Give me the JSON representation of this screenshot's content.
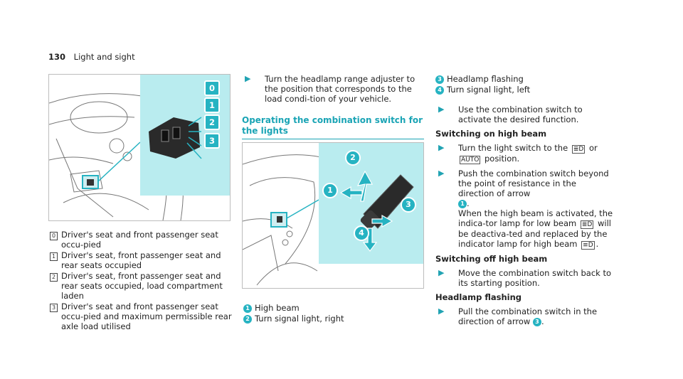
{
  "header": {
    "page_number": "130",
    "section": "Light and sight"
  },
  "figure1": {
    "labels": [
      "0",
      "1",
      "2",
      "3"
    ]
  },
  "figure2": {
    "labels": [
      "1",
      "2",
      "3",
      "4"
    ]
  },
  "legend1": [
    {
      "key": "0",
      "text": "Driver's seat and front passenger seat occu-pied"
    },
    {
      "key": "1",
      "text": "Driver's seat, front passenger seat and rear seats occupied"
    },
    {
      "key": "2",
      "text": "Driver's seat, front passenger seat and rear seats occupied, load compartment laden"
    },
    {
      "key": "3",
      "text": "Driver's seat and front passenger seat occu-pied and maximum permissible rear axle load utilised"
    }
  ],
  "col2": {
    "step1": "Turn the headlamp range adjuster to the position that corresponds to the load condi-tion of your vehicle.",
    "section_title": "Operating the combination switch for the lights",
    "legend": [
      {
        "key": "1",
        "text": "High beam"
      },
      {
        "key": "2",
        "text": "Turn signal light, right"
      }
    ]
  },
  "col3": {
    "legend": [
      {
        "key": "3",
        "text": "Headlamp flashing"
      },
      {
        "key": "4",
        "text": "Turn signal light, left"
      }
    ],
    "step_use": "Use the combination switch to activate the desired function.",
    "sub_on": "Switching on high beam",
    "on_step1_a": "Turn the light switch to the",
    "on_step1_or": "or",
    "on_step1_b": "position.",
    "sym_low": "≣D",
    "sym_auto": "AUTO",
    "on_step2_a": "Push the combination switch beyond the point of resistance in the direction of arrow",
    "on_step2_key": "1",
    "on_step2_b": "When the high beam is activated, the indica-tor lamp for low beam",
    "on_step2_c": "will be deactiva-ted and replaced by the indicator lamp for high beam",
    "sym_high": "≡D",
    "sub_off": "Switching off high beam",
    "off_step": "Move the combination switch back to its starting position.",
    "sub_flash": "Headlamp flashing",
    "flash_step_a": "Pull the combination switch in the direction of arrow",
    "flash_key": "3"
  }
}
